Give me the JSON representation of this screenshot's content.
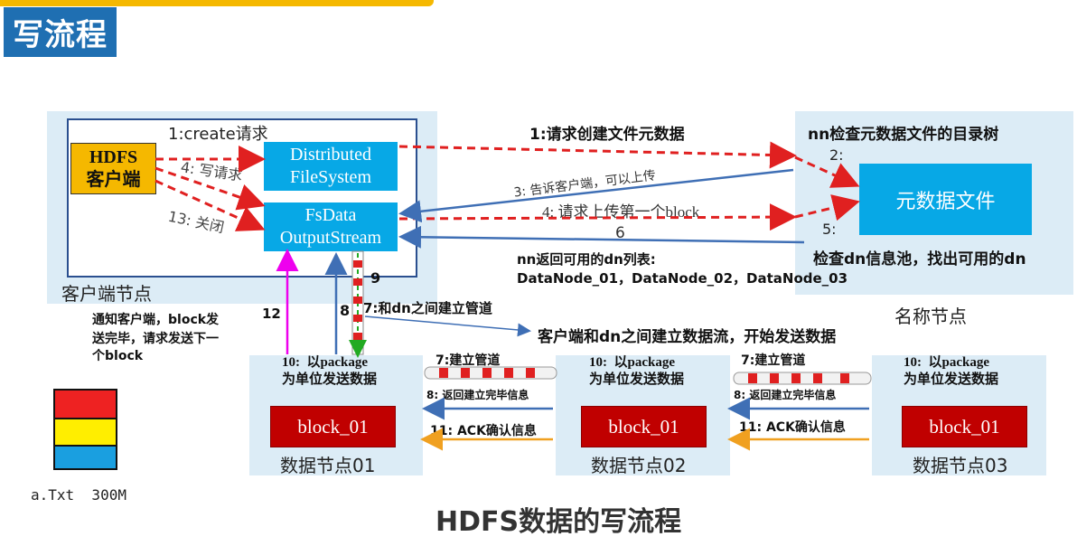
{
  "header": {
    "title": "写流程"
  },
  "client_node": {
    "label": "客户端节点",
    "hdfs_client": "HDFS\n客户端",
    "distributed_fs": "Distributed\nFileSystem",
    "fsdata_stream": "FsData\nOutputStream",
    "create_request": "1:create请求",
    "write_request": "4:  写请求",
    "close": "13:  关闭"
  },
  "name_node": {
    "label": "名称节点",
    "check_tree": "nn检查元数据文件的目录树",
    "metadata_file": "元数据文件",
    "step2": "2:",
    "step5": "5:",
    "check_dn_pool": "检查dn信息池，找出可用的dn"
  },
  "messages": {
    "m1": "1:请求创建文件元数据",
    "m3": "3:  告诉客户端，可以上传",
    "m4": "4:  请求上传第一个block",
    "m6": "6",
    "m6_desc_line1": "nn返回可用的dn列表:",
    "m6_desc_line2": "DataNode_01，DataNode_02，DataNode_03",
    "step9": "9",
    "step8": "8",
    "step7_pipe": "7:和dn之间建立管道",
    "stream_note": "客户端和dn之间建立数据流，开始发送数据",
    "step12": "12",
    "notify_line1": "通知客户端，block发",
    "notify_line2": "送完毕，请求发送下一",
    "notify_line3": "个block"
  },
  "datanodes": [
    {
      "name": "数据节点01",
      "block": "block_01",
      "send": "10:  以package\n为单位发送数据"
    },
    {
      "name": "数据节点02",
      "block": "block_01",
      "send": "10:  以package\n为单位发送数据"
    },
    {
      "name": "数据节点03",
      "block": "block_01",
      "send": "10:  以package\n为单位发送数据"
    }
  ],
  "pipeline_links": [
    {
      "build": "7:建立管道",
      "ack_build": "8:  返回建立完毕信息",
      "ack": "11:  ACK确认信息"
    },
    {
      "build": "7:建立管道",
      "ack_build": "8:  返回建立完毕信息",
      "ack": "11:  ACK确认信息"
    }
  ],
  "file_blocks": {
    "caption": "a.Txt  300M",
    "colors": [
      "#ee2222",
      "#ffee00",
      "#1a9fe0"
    ]
  },
  "footer": {
    "title": "HDFS数据的写流程"
  },
  "colors": {
    "arrow_red": "#e02020",
    "arrow_blue": "#3f6fb5",
    "arrow_magenta": "#ee00ee",
    "arrow_orange": "#f0a020",
    "pipe_green": "#22aa22"
  }
}
